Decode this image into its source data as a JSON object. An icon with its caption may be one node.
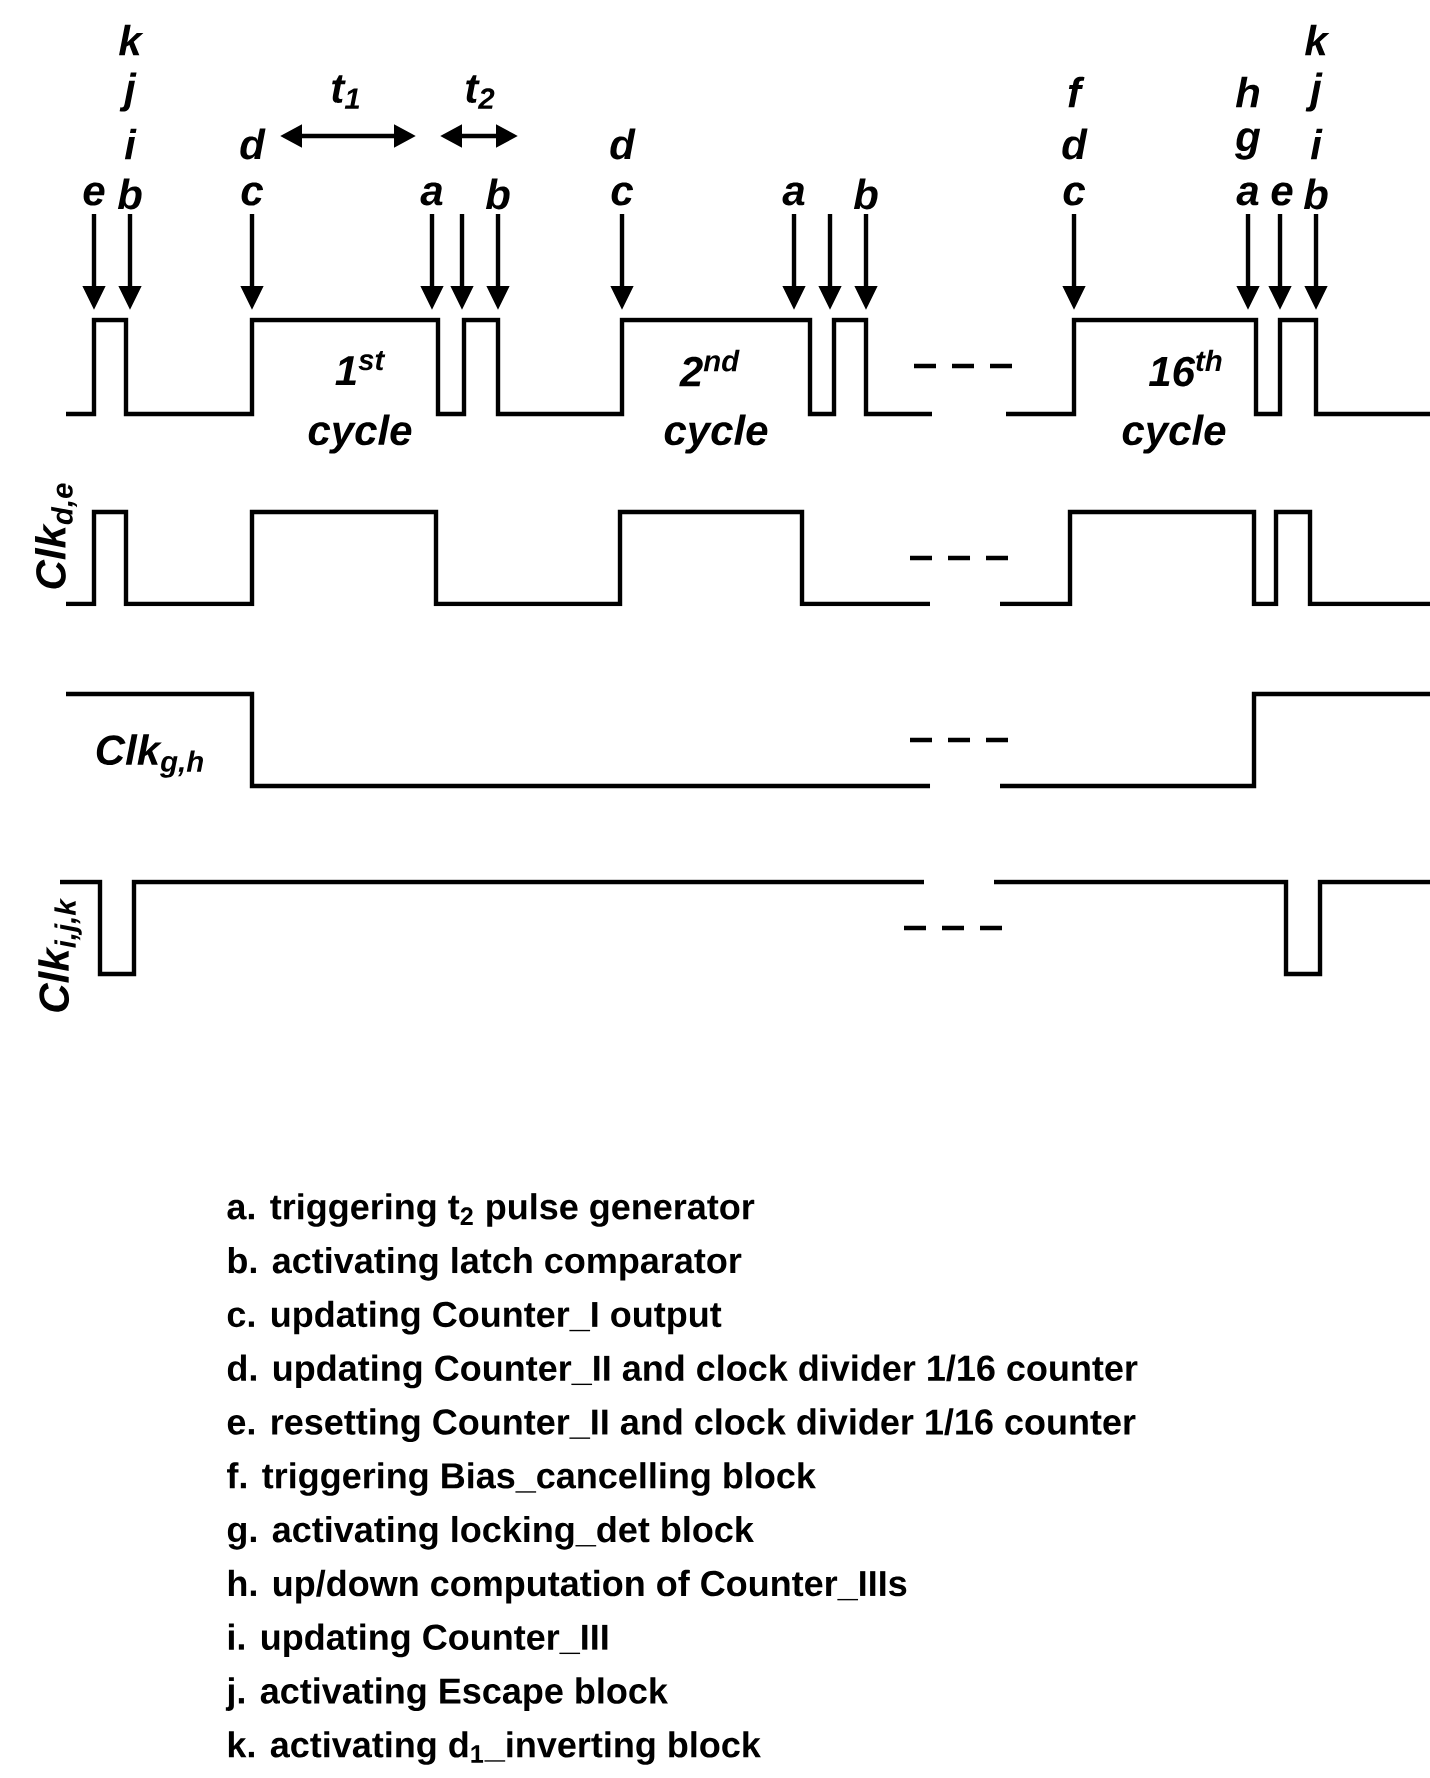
{
  "diagram": {
    "labels": [
      "e",
      "k",
      "j",
      "i",
      "b",
      "t$_{1}$",
      "t$_{2}$",
      "d",
      "c",
      "a",
      "b",
      "d",
      "c",
      "a",
      "b",
      "f",
      "d",
      "c",
      "h",
      "g",
      "a",
      "e",
      "k",
      "j",
      "i",
      "b",
      "1$^{st}$",
      "cycle",
      "2$^{nd}$",
      "cycle",
      "16$^{th}$",
      "cycle",
      "Clk$_{d,e}$",
      "Clk$_{g,h}$",
      "Clk$_{i,j,k}$",
      "a. triggering t$_{2}$ pulse generator",
      "b. activating latch comparator",
      "c. updating Counter_I output",
      "d. updating Counter_II and clock divider 1/16 counter",
      "e. resetting Counter_II and clock divider 1/16 counter",
      "f. triggering Bias_cancelling block",
      "g. activating locking_det block",
      "h. up/down computation of Counter_IIIs",
      "i. updating Counter_III",
      "j. activating Escape block",
      "k. activating d$_{1}$_inverting block"
    ]
  }
}
